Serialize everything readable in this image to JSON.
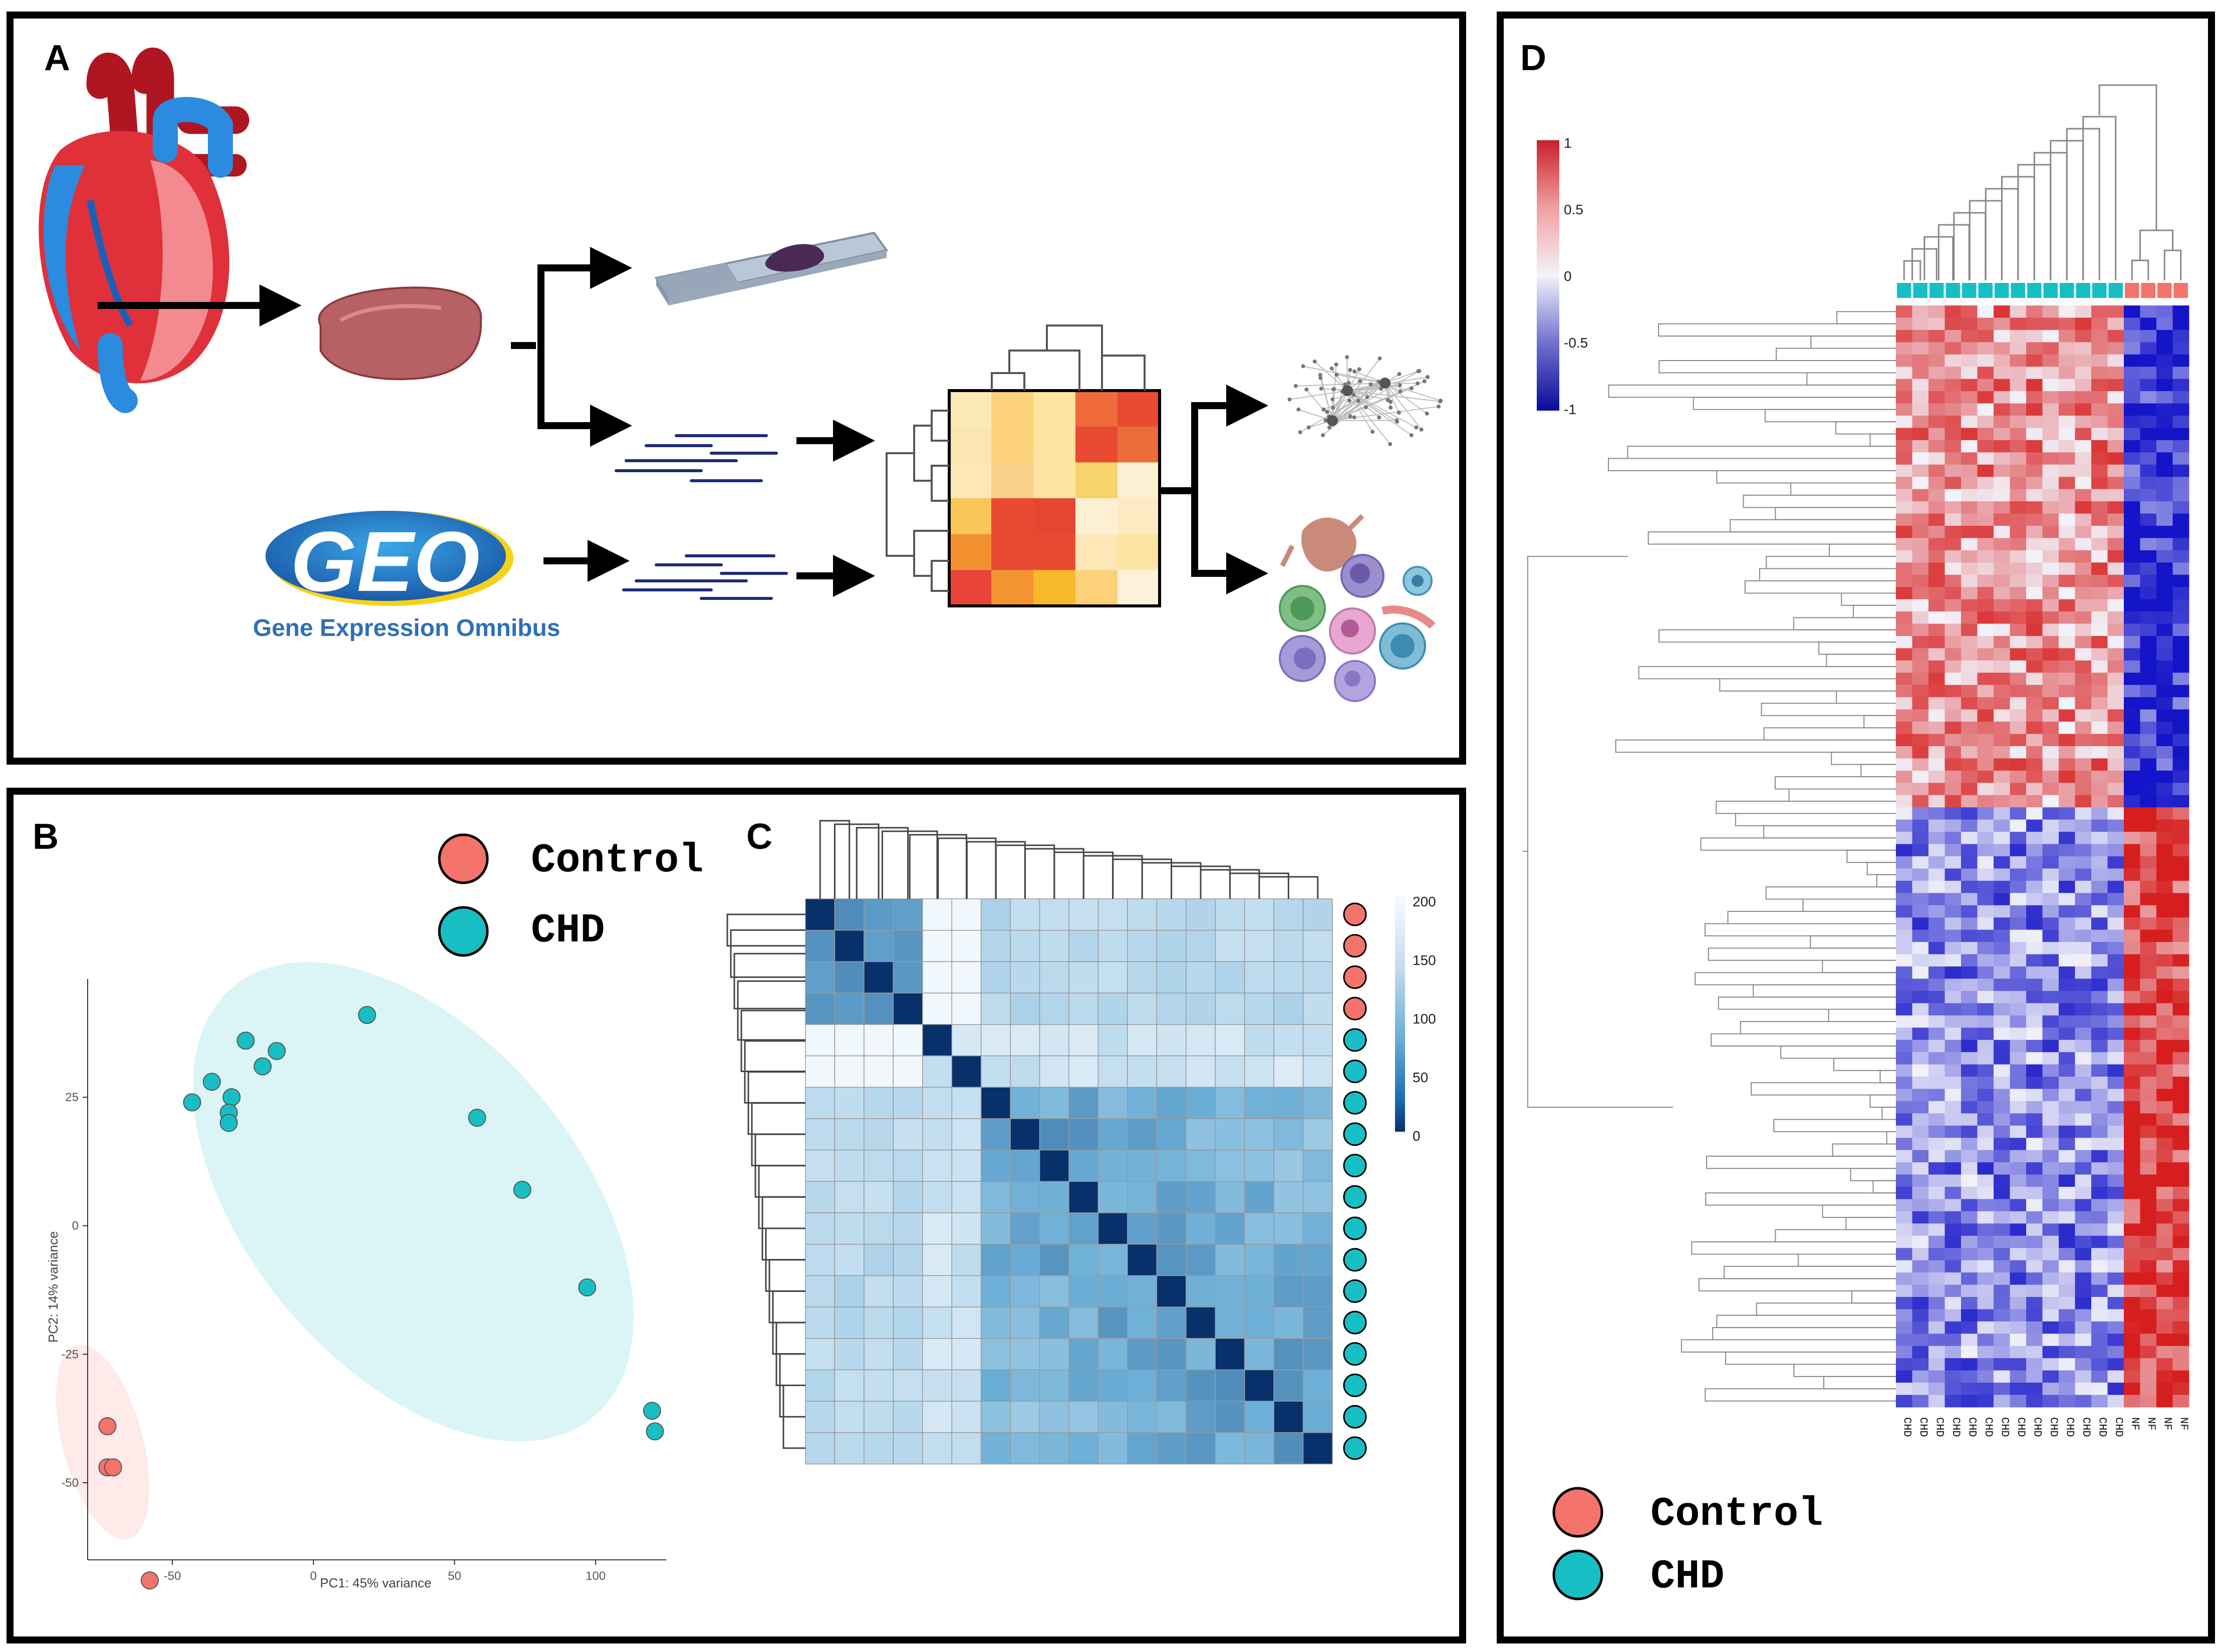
{
  "panels": {
    "a": "A",
    "b": "B",
    "c": "C",
    "d": "D"
  },
  "geo_logo": {
    "mark": "GEO",
    "caption": "Gene Expression Omnibus"
  },
  "legend": {
    "control": "Control",
    "chd": "CHD"
  },
  "colors": {
    "control": "#f4736a",
    "chd": "#17bfc4",
    "heat_red": "#d7302c",
    "heat_blue": "#1a1aa8",
    "corr_dark": "#08306b",
    "corr_light": "#f7fbff"
  },
  "icons": [
    "heart-icon",
    "tissue-icon",
    "slide-icon",
    "reads-icon",
    "network-icon",
    "cells-icon",
    "arrow-icon"
  ],
  "chart_data": [
    {
      "type": "scatter",
      "xlabel": "PC1: 45% variance",
      "ylabel": "PC2: 14% variance",
      "xlim": [
        -80,
        125
      ],
      "ylim": [
        -65,
        48
      ],
      "xticks": [
        "-50",
        "0",
        "50",
        "100"
      ],
      "yticks": [
        "25",
        "0",
        "-25",
        "-50"
      ],
      "series": [
        {
          "name": "Control",
          "points": [
            [
              -73,
              -39
            ],
            [
              -73,
              -47
            ],
            [
              -71,
              -47
            ],
            [
              -58,
              -69
            ]
          ]
        },
        {
          "name": "CHD",
          "points": [
            [
              -43,
              24
            ],
            [
              -36,
              28
            ],
            [
              -29,
              25
            ],
            [
              -30,
              22
            ],
            [
              -30,
              20
            ],
            [
              -24,
              36
            ],
            [
              -18,
              31
            ],
            [
              -13,
              34
            ],
            [
              19,
              41
            ],
            [
              58,
              21
            ],
            [
              74,
              7
            ],
            [
              97,
              -12
            ],
            [
              120,
              -36
            ],
            [
              121,
              -40
            ]
          ]
        }
      ]
    },
    {
      "type": "heatmap",
      "colorbar_ticks": [
        "200",
        "150",
        "100",
        "50",
        "0"
      ],
      "colorbar_range": [
        0,
        200
      ],
      "row_groups": [
        "Control",
        "Control",
        "Control",
        "Control",
        "CHD",
        "CHD",
        "CHD",
        "CHD",
        "CHD",
        "CHD",
        "CHD",
        "CHD",
        "CHD",
        "CHD",
        "CHD",
        "CHD",
        "CHD",
        "CHD"
      ]
    },
    {
      "type": "heatmap",
      "colorbar_ticks": [
        "1",
        "0.5",
        "0",
        "-0.5",
        "-1"
      ],
      "colorbar_range": [
        -1,
        1
      ],
      "columns": [
        "CHD",
        "CHD",
        "CHD",
        "CHD",
        "CHD",
        "CHD",
        "CHD",
        "CHD",
        "CHD",
        "CHD",
        "CHD",
        "CHD",
        "CHD",
        "CHD",
        "Control",
        "Control",
        "Control",
        "Control"
      ],
      "column_labels": [
        "CHD",
        "CHD",
        "CHD",
        "CHD",
        "CHD",
        "CHD",
        "CHD",
        "CHD",
        "CHD",
        "CHD",
        "CHD",
        "CHD",
        "CHD",
        "CHD",
        "NF",
        "NF",
        "NF",
        "NF"
      ]
    }
  ]
}
